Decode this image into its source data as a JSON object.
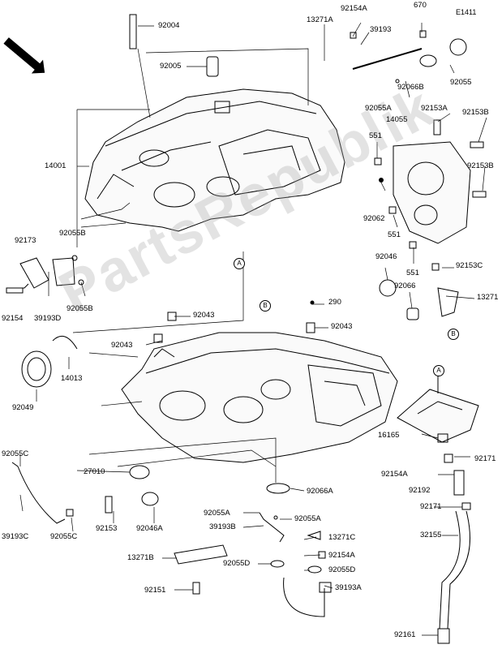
{
  "diagram": {
    "figure_code": "E1411",
    "front_label": "FRONT",
    "watermark": "PartsRepublik",
    "callouts": [
      {
        "id": "A",
        "text": "A"
      },
      {
        "id": "B",
        "text": "B"
      }
    ],
    "parts": [
      "92004",
      "13271A",
      "92154A",
      "670",
      "E1411",
      "39193",
      "92055",
      "92005",
      "92066B",
      "92055A",
      "92153A",
      "92153B",
      "14055",
      "551",
      "14001",
      "92153B",
      "92062",
      "551",
      "92173",
      "92055B",
      "92055B",
      "92154",
      "39193D",
      "92046",
      "551",
      "92153C",
      "13271",
      "92066",
      "92043",
      "290",
      "92043",
      "92043",
      "14013",
      "92049",
      "16165",
      "92171",
      "92055C",
      "27010",
      "92066A",
      "92154A",
      "92192",
      "39193C",
      "92055C",
      "92153",
      "92046A",
      "92055A",
      "92055A",
      "92171",
      "39193B",
      "32155",
      "13271B",
      "13271C",
      "92154A",
      "92055D",
      "92055D",
      "92151",
      "39193A",
      "92161"
    ]
  }
}
